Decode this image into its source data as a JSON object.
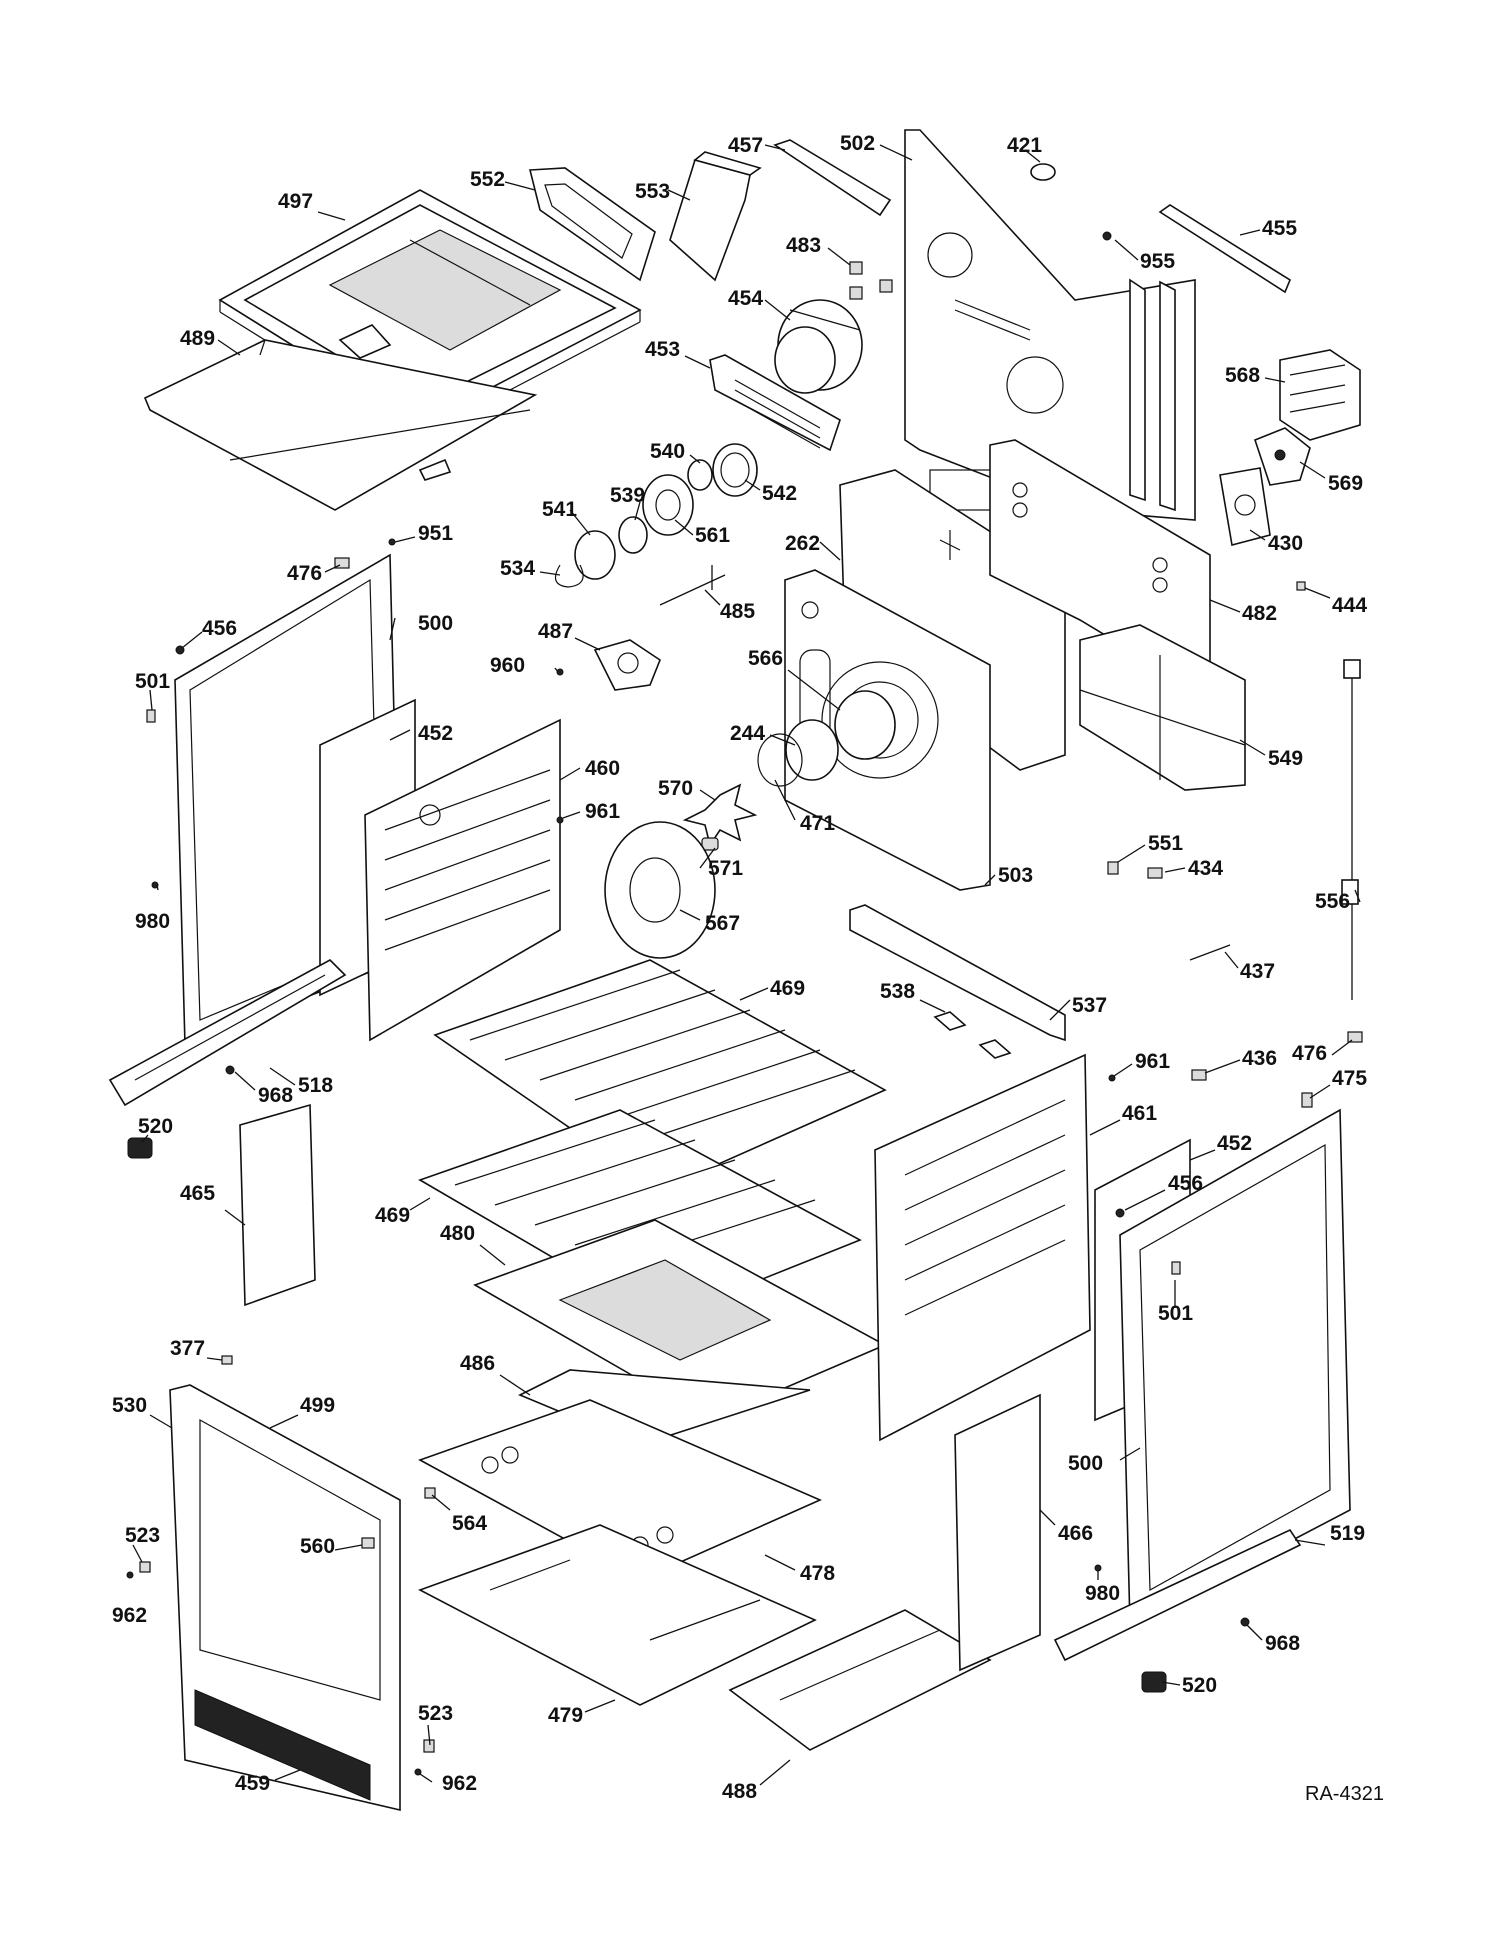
{
  "diagram": {
    "reference_code": "RA-4321",
    "part_labels": [
      "497",
      "552",
      "553",
      "457",
      "502",
      "421",
      "455",
      "955",
      "483",
      "454",
      "453",
      "489",
      "568",
      "569",
      "540",
      "542",
      "430",
      "541",
      "539",
      "561",
      "951",
      "476",
      "534",
      "485",
      "262",
      "482",
      "444",
      "456",
      "500",
      "501",
      "487",
      "960",
      "566",
      "452",
      "244",
      "549",
      "460",
      "961",
      "570",
      "471",
      "551",
      "434",
      "556",
      "571",
      "980",
      "567",
      "503",
      "437",
      "469",
      "538",
      "537",
      "476",
      "961",
      "436",
      "518",
      "968",
      "475",
      "520",
      "461",
      "452",
      "456",
      "465",
      "469",
      "480",
      "501",
      "377",
      "486",
      "530",
      "499",
      "500",
      "523",
      "560",
      "564",
      "466",
      "478",
      "962",
      "980",
      "519",
      "968",
      "523",
      "479",
      "520",
      "459",
      "962",
      "488"
    ]
  }
}
